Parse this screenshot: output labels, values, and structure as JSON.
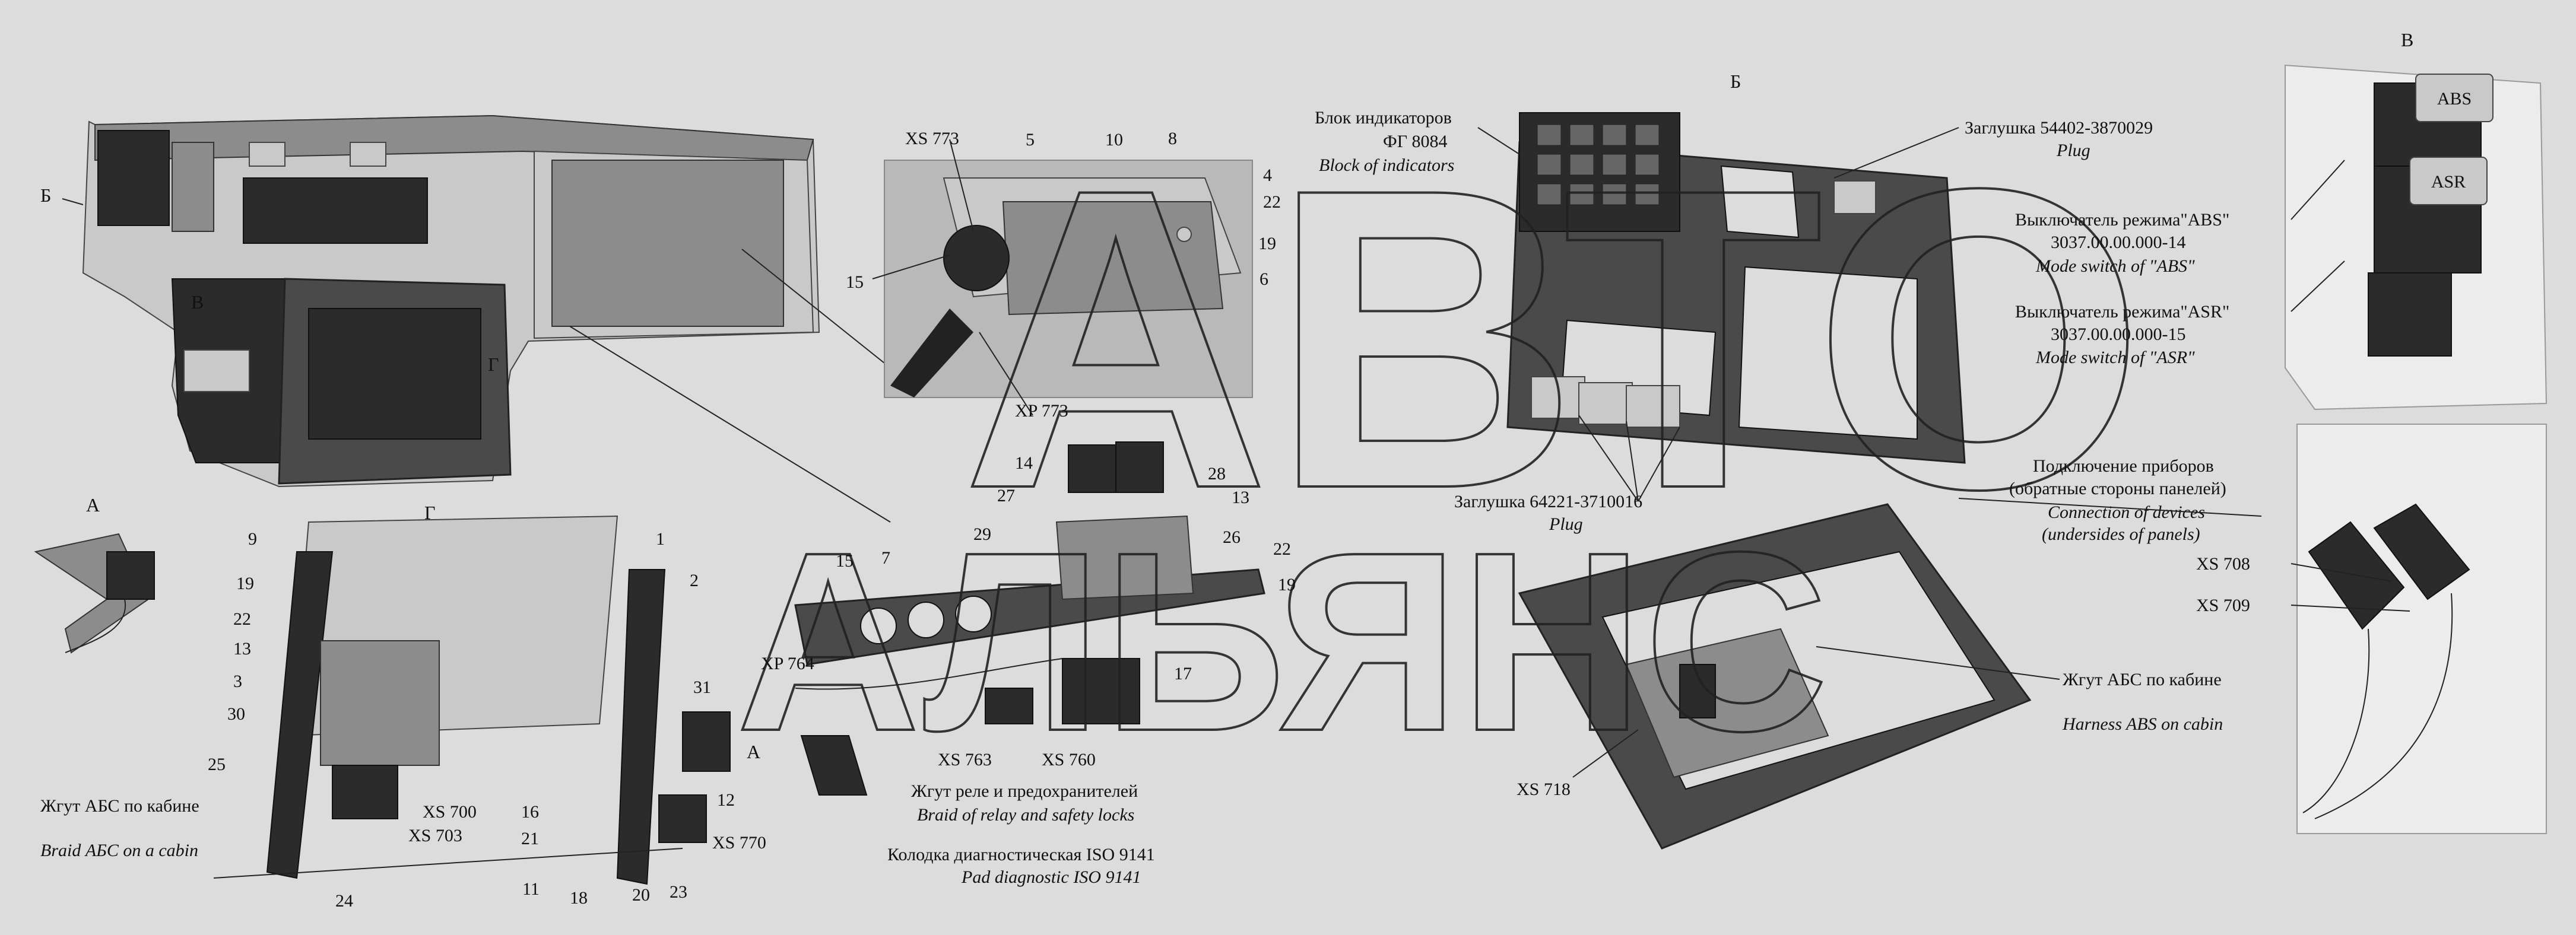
{
  "views": {
    "a": "А",
    "b": "Б",
    "v": "В",
    "g": "Г",
    "b_small": "Б",
    "v_small": "В",
    "g_small": "Г",
    "a_small": "А"
  },
  "callouts": {
    "xs773": "XS 773",
    "xp773": "XP 773",
    "xp764": "XP 764",
    "xs763": "XS 763",
    "xs760": "XS 760",
    "xs700": "XS 700",
    "xs703": "XS 703",
    "xs770": "XS 770",
    "xs718": "XS 718",
    "xs708": "XS 708",
    "xs709": "XS 709",
    "n1": "1",
    "n2": "2",
    "n3": "3",
    "n4": "4",
    "n5": "5",
    "n6": "6",
    "n7": "7",
    "n8": "8",
    "n9": "9",
    "n10": "10",
    "n11": "11",
    "n12": "12",
    "n13a": "13",
    "n13b": "13",
    "n14": "14",
    "n15a": "15",
    "n15b": "15",
    "n16": "16",
    "n17": "17",
    "n18": "18",
    "n19a": "19",
    "n19b": "19",
    "n19c": "19",
    "n20": "20",
    "n21": "21",
    "n22a": "22",
    "n22b": "22",
    "n22c": "22",
    "n23": "23",
    "n24": "24",
    "n25": "25",
    "n26": "26",
    "n27": "27",
    "n28": "28",
    "n29": "29",
    "n30": "30",
    "n31": "31"
  },
  "labels": {
    "indicator_block_ru": "Блок индикаторов",
    "indicator_block_code": "ФГ 8084",
    "indicator_block_en": "Block of indicators",
    "plug1_ru": "Заглушка 54402-3870029",
    "plug1_en": "Plug",
    "plug2_ru": "Заглушка 64221-3710016",
    "plug2_en": "Plug",
    "abs_switch_ru": "Выключатель режима\"ABS\"",
    "abs_switch_code": "3037.00.00.000-14",
    "abs_switch_en": "Mode switch of  \"ABS\"",
    "asr_switch_ru": "Выключатель режима\"ASR\"",
    "asr_switch_code": "3037.00.00.000-15",
    "asr_switch_en": "Mode switch of  \"ASR\"",
    "devices_ru_1": "Подключение приборов",
    "devices_ru_2": "(обратные стороны панелей)",
    "devices_en_1": "Connection of devices",
    "devices_en_2": "(undersides of panels)",
    "harness_abs_cab_ru": "Жгут АБС по кабине",
    "harness_abs_cab_en": "Harness ABS on  cabin",
    "relay_harness_ru": "Жгут реле и предохранителей",
    "relay_harness_en": "Braid of  relay and safety locks",
    "diag_pad_ru": "Колодка диагностическая ISO 9141",
    "diag_pad_en": "Pad diagnostic ISO 9141",
    "braid_abs_ru": "Жгут АБС по кабине",
    "braid_abs_en": "Braid АБС on a cabin",
    "btn_abs": "ABS",
    "btn_asr": "ASR"
  },
  "watermark": {
    "line1": "АВТО",
    "line2": "АЛЬЯНС"
  }
}
